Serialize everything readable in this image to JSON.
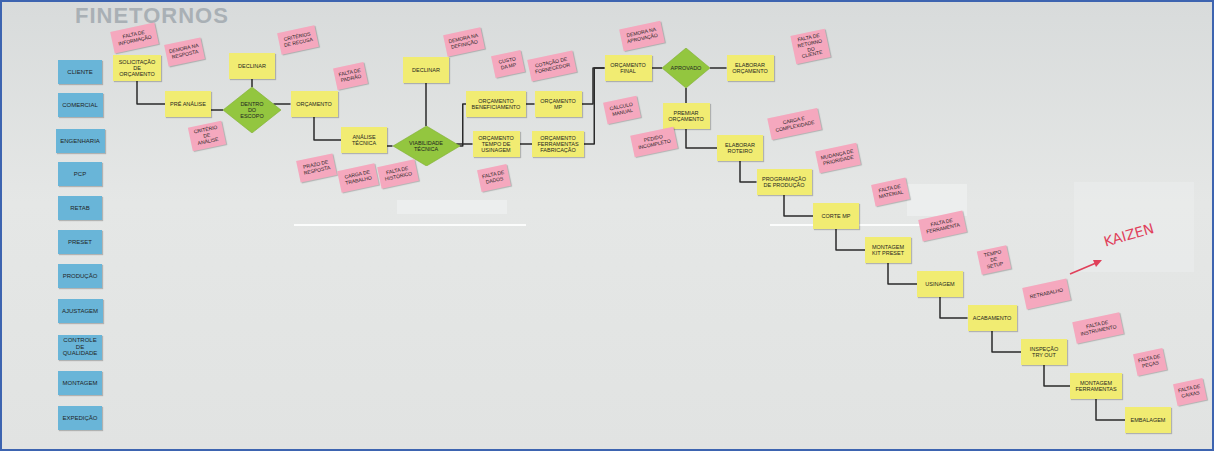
{
  "diagram": {
    "title": "FINETORNOS",
    "nodes": [
      {
        "text": [
          "CLIENTE"
        ]
      },
      {
        "text": [
          "COMERCIAL"
        ]
      },
      {
        "text": [
          "ENGENHARIA"
        ]
      },
      {
        "text": [
          "PCP"
        ]
      },
      {
        "text": [
          "RETAB"
        ]
      },
      {
        "text": [
          "PRESET"
        ]
      },
      {
        "text": [
          "PRODUÇÃO"
        ]
      },
      {
        "text": [
          "AJUSTAGEM"
        ]
      },
      {
        "text": [
          "CONTROLE DE QUALIDADE"
        ]
      },
      {
        "text": [
          "MONTAGEM"
        ]
      },
      {
        "text": [
          "EXPEDIÇÃO"
        ]
      },
      {
        "text": [
          "SOLICITAÇÃO DE ORÇAMENTO"
        ]
      },
      {
        "text": [
          "PRÉ ANÁLISE"
        ]
      },
      {
        "text": [
          "DENTRO DO ESCOPO"
        ]
      },
      {
        "text": [
          "DECLINAR"
        ]
      },
      {
        "text": [
          "ORÇAMENTO"
        ]
      },
      {
        "text": [
          "ANÁLISE TÉCNICA"
        ]
      },
      {
        "text": [
          "VIABILIDADE TÉCNICA"
        ]
      },
      {
        "text": [
          "DECLINAR"
        ]
      },
      {
        "text": [
          "ORÇAMENTO BENEFICIAMENTO"
        ]
      },
      {
        "text": [
          "ORÇAMENTO TEMPO DE USINAGEM"
        ]
      },
      {
        "text": [
          "ORÇAMENTO MP"
        ]
      },
      {
        "text": [
          "ORÇAMENTO FERRAMENTAS FABRICAÇÃO"
        ]
      },
      {
        "text": [
          "ORÇAMENTO FINAL"
        ]
      },
      {
        "text": [
          "APROVADO"
        ]
      },
      {
        "text": [
          "ELABORAR ORÇAMENTO"
        ]
      },
      {
        "text": [
          "PREMIAR ORÇAMENTO"
        ]
      },
      {
        "text": [
          "ELABORAR ROTEIRO"
        ]
      },
      {
        "text": [
          "PROGRAMAÇÃO DE PRODUÇÃO"
        ]
      },
      {
        "text": [
          "CORTE MP"
        ]
      },
      {
        "text": [
          "MONTAGEM KIT PRESET"
        ]
      },
      {
        "text": [
          "USINAGEM"
        ]
      },
      {
        "text": [
          "ACABAMENTO"
        ]
      },
      {
        "text": [
          "INSPEÇÃO TRY OUT"
        ]
      },
      {
        "text": [
          "MONTAGEM FERRAMENTAS"
        ]
      },
      {
        "text": [
          "EMBALAGEM"
        ]
      },
      {
        "text": [
          "FALTA DE INFORMAÇÃO"
        ]
      },
      {
        "text": [
          "DEMORA NA RESPOSTA"
        ]
      },
      {
        "text": [
          "CRITÉRIO DE ANÁLISE"
        ]
      },
      {
        "text": [
          "CRITÉRIOS DE RECUSA"
        ]
      },
      {
        "text": [
          "FALTA DE PADRÃO"
        ]
      },
      {
        "text": [
          "PRAZO DE RESPOSTA"
        ]
      },
      {
        "text": [
          "CARGA DE TRABALHO"
        ]
      },
      {
        "text": [
          "FALTA DE HISTÓRICO"
        ]
      },
      {
        "text": [
          "DEMORA NA DEFINIÇÃO"
        ]
      },
      {
        "text": [
          "CUSTO DA MP"
        ]
      },
      {
        "text": [
          "COTAÇÃO DE FORNECEDOR"
        ]
      },
      {
        "text": [
          "FALTA DE DADOS"
        ]
      },
      {
        "text": [
          "CÁLCULO MANUAL"
        ]
      },
      {
        "text": [
          "DEMORA NA APROVAÇÃO"
        ]
      },
      {
        "text": [
          "FALTA DE RETORNO DO CLIENTE"
        ]
      },
      {
        "text": [
          "PEDIDO INCOMPLETO"
        ]
      },
      {
        "text": [
          "CARGA E COMPLEXIDADE"
        ]
      },
      {
        "text": [
          "MUDANÇA DE PRIORIDADE"
        ]
      },
      {
        "text": [
          "FALTA DE MATERIAL"
        ]
      },
      {
        "text": [
          "FALTA DE FERRAMENTA"
        ]
      },
      {
        "text": [
          "TEMPO DE SETUP"
        ]
      },
      {
        "text": [
          "RETRABALHO"
        ]
      },
      {
        "text": [
          "FALTA DE INSTRUMENTO"
        ]
      },
      {
        "text": [
          "FALTA DE PEÇAS"
        ]
      },
      {
        "text": [
          "FALTA DE CAIXAS"
        ]
      }
    ],
    "edges": [
      {
        "from": 11,
        "to": 12,
        "arrow": "none"
      },
      {
        "from": 12,
        "to": 13,
        "arrow": "none"
      },
      {
        "from": 13,
        "to": 14,
        "arrow": "none"
      },
      {
        "from": 13,
        "to": 15,
        "arrow": "none"
      },
      {
        "from": 15,
        "to": 16,
        "arrow": "none"
      },
      {
        "from": 16,
        "to": 17,
        "arrow": "none"
      },
      {
        "from": 17,
        "to": 18,
        "arrow": "none"
      },
      {
        "from": 17,
        "to": 19,
        "arrow": "none"
      },
      {
        "from": 17,
        "to": 20,
        "arrow": "none"
      },
      {
        "from": 19,
        "to": 21,
        "arrow": "none"
      },
      {
        "from": 20,
        "to": 22,
        "arrow": "none"
      },
      {
        "from": 21,
        "to": 23,
        "arrow": "none"
      },
      {
        "from": 22,
        "to": 23,
        "arrow": "none"
      },
      {
        "from": 23,
        "to": 24,
        "arrow": "none"
      },
      {
        "from": 24,
        "to": 25,
        "arrow": "none"
      },
      {
        "from": 24,
        "to": 26,
        "arrow": "none"
      },
      {
        "from": 26,
        "to": 27,
        "arrow": "none"
      },
      {
        "from": 27,
        "to": 28,
        "arrow": "none"
      },
      {
        "from": 28,
        "to": 29,
        "arrow": "none"
      },
      {
        "from": 29,
        "to": 30,
        "arrow": "none"
      },
      {
        "from": 30,
        "to": 31,
        "arrow": "none"
      },
      {
        "from": 31,
        "to": 32,
        "arrow": "none"
      },
      {
        "from": 32,
        "to": 33,
        "arrow": "none"
      },
      {
        "from": 33,
        "to": 34,
        "arrow": "none"
      },
      {
        "from": 34,
        "to": 35,
        "arrow": "none"
      }
    ],
    "labels": [
      "KAIZEN"
    ]
  }
}
